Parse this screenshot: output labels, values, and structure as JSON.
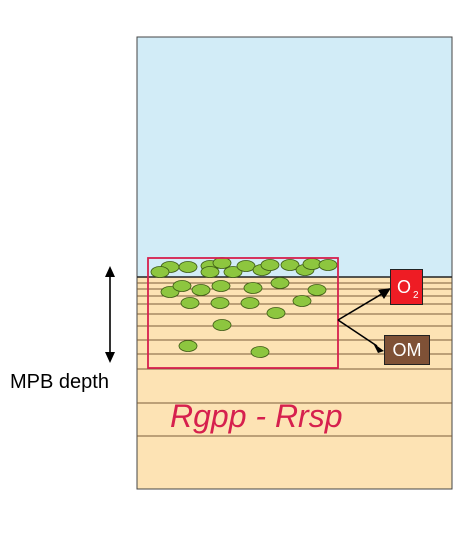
{
  "labels": {
    "depth_label": "MPB depth",
    "equation": "Rgpp - Rrsp"
  },
  "boxes": {
    "o2": {
      "main": "O",
      "sub": "2",
      "color": "#ee1c24"
    },
    "om": {
      "text": "OM",
      "color": "#7f5136"
    }
  },
  "colors": {
    "water": "#d2ecf7",
    "sediment": "#fde3b4",
    "layer_lines": "#7b5c3a",
    "cells": "#8dc63f",
    "cell_outline": "#3c5a14",
    "mpb_box": "#d6204e"
  }
}
